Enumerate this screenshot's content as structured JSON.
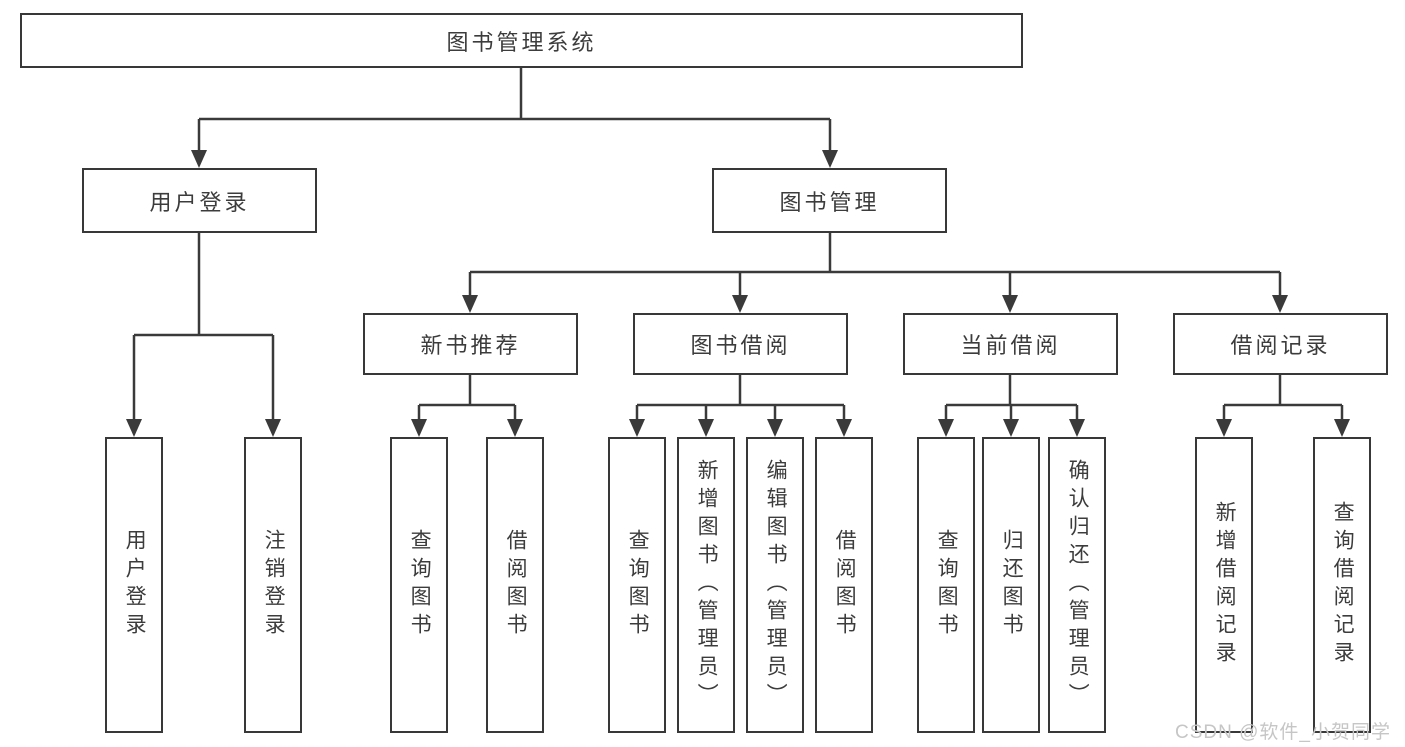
{
  "diagram": {
    "nodes": {
      "root": "图书管理系统",
      "user_login": "用户登录",
      "book_management": "图书管理",
      "new_book_recommend": "新书推荐",
      "book_borrow": "图书借阅",
      "current_borrow": "当前借阅",
      "borrow_record": "借阅记录"
    },
    "leaves": {
      "user_login": [
        "用户登录",
        "注销登录"
      ],
      "new_book_recommend": [
        "查询图书",
        "借阅图书"
      ],
      "book_borrow": [
        "查询图书",
        "新增图书（管理员）",
        "编辑图书（管理员）",
        "借阅图书"
      ],
      "current_borrow": [
        "查询图书",
        "归还图书",
        "确认归还（管理员）"
      ],
      "borrow_record": [
        "新增借阅记录",
        "查询借阅记录"
      ]
    },
    "watermark": "CSDN @软件_小贺同学",
    "colors": {
      "line": "#3a3a3a",
      "text": "#3c3c3c",
      "watermark": "#c6c6c6",
      "background": "#ffffff"
    }
  }
}
